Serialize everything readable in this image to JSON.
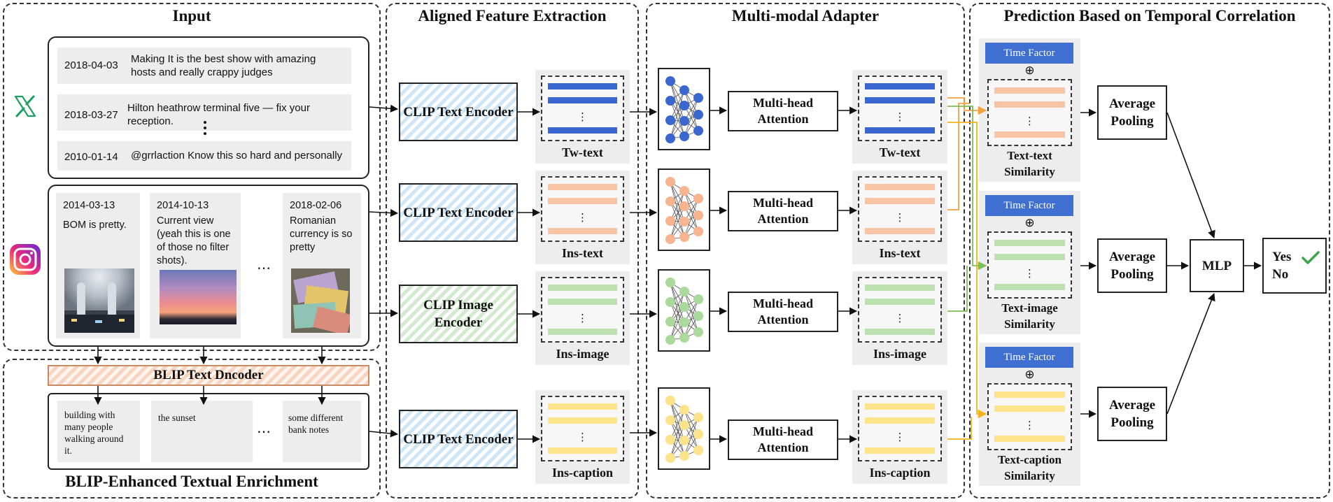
{
  "sections": {
    "input": "Input",
    "extraction": "Aligned Feature Extraction",
    "adapter": "Multi-modal Adapter",
    "prediction": "Prediction Based on Temporal Correlation",
    "blip_enrichment": "BLIP-Enhanced Textual Enrichment"
  },
  "twitter_posts": [
    {
      "date": "2018-04-03",
      "text": "Making It is the best show with amazing hosts and really crappy judges"
    },
    {
      "date": "2018-03-27",
      "text": "Hilton heathrow terminal five  — fix your reception."
    },
    {
      "date": "2010-01-14",
      "text": "@grrlaction Know this so hard and personally"
    }
  ],
  "instagram_posts": [
    {
      "date": "2014-03-13",
      "text": "BOM is pretty."
    },
    {
      "date": "2014-10-13",
      "text": "Current view (yeah this is one of those no filter shots)."
    },
    {
      "date": "2018-02-06",
      "text": "Romanian currency is so pretty"
    }
  ],
  "blip_decoder": "BLIP Text Dncoder",
  "captions": [
    "building with many people walking around it.",
    "the sunset",
    "some different bank notes"
  ],
  "ellipsis": "…",
  "encoders": {
    "text_1": "CLIP Text Encoder",
    "text_2": "CLIP Text Encoder",
    "image": "CLIP Image Encoder",
    "text_3": "CLIP Text Encoder"
  },
  "features": {
    "tw_text": "Tw-text",
    "ins_text": "Ins-text",
    "ins_image": "Ins-image",
    "ins_caption": "Ins-caption"
  },
  "attention": "Multi-head Attention",
  "time_factor": "Time Factor",
  "similarities": {
    "text_text": "Text-text Similarity",
    "text_image": "Text-image Similarity",
    "text_caption": "Text-caption Similarity"
  },
  "pooling": "Average Pooling",
  "mlp": "MLP",
  "output": {
    "yes": "Yes",
    "no": "No"
  },
  "colors": {
    "blue": "#3a67cf",
    "orange": "#f7c4a5",
    "green": "#bde0b0",
    "yellow": "#fde38a",
    "arrow_orange": "#f4a13c",
    "arrow_green": "#7dbf55",
    "arrow_yellow": "#f2b21c",
    "check": "#3aa64a"
  },
  "icons": [
    "x-logo-icon",
    "instagram-logo-icon",
    "checkmark-icon"
  ]
}
